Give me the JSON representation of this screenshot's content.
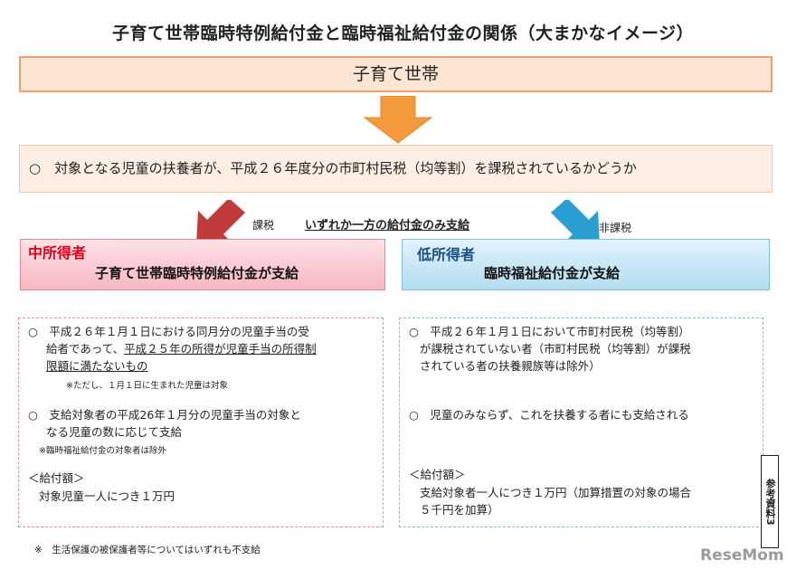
{
  "title": "子育て世帯臨時特例給付金と臨時福祉給付金の関係（大まかなイメージ）",
  "household_label": "子育て世帯",
  "condition_text": "○　対象となる児童の扶養者が、平成２６年度分の市町村民税（均等割）を課税されているかどうか",
  "taxed_label": "課税",
  "exclusive_label": "いずれか一方の給付金のみ支給",
  "nontaxed_label": "非課税",
  "middle_income": {
    "heading": "中所得者",
    "subheading": "子育て世帯臨時特例給付金が支給",
    "item1_line1": "○　平成２６年１月１日における同月分の児童手当の受",
    "item1_line2_plain": "給者であって、",
    "item1_line2_ul": "平成２５年の所得が児童手当の所得制",
    "item1_line3_ul": "限額に満たないもの",
    "item1_note": "※ただし、１月１日に生まれた児童は対象",
    "item2_line1": "○　支給対象者の平成26年１月分の児童手当の対象と",
    "item2_line2": "なる児童の数に応じて支給",
    "item2_note": "※臨時福祉給付金の対象者は除外",
    "amount_heading": "＜給付額＞",
    "amount_text": "対象児童一人につき１万円"
  },
  "low_income": {
    "heading": "低所得者",
    "subheading": "臨時福祉給付金が支給",
    "item1_line1": "○　平成２６年１月１日において市町村民税（均等割）",
    "item1_line2": "が課税されていない者（市町村民税（均等割）が課税",
    "item1_line3": "されている者の扶養親族等は除外）",
    "item2": "○　児童のみならず、これを扶養する者にも支給される",
    "amount_heading": "＜給付額＞",
    "amount_line1": "支給対象者一人につき１万円（加算措置の対象の場合",
    "amount_line2": "５千円を加算）"
  },
  "bottom_note": "※　生活保護の被保護者等についてはいずれも不支給",
  "ref_tag": "参考資料3",
  "watermark": "ReseMom",
  "colors": {
    "orange_arrow": "#f39a3c",
    "red_arrow": "#c23b3b",
    "blue_arrow": "#2b9fd1",
    "middle_heading": "#e0001b",
    "low_heading": "#1a4f7f"
  },
  "icons": [
    "down-arrow-icon",
    "left-down-arrow-icon",
    "right-down-arrow-icon"
  ]
}
